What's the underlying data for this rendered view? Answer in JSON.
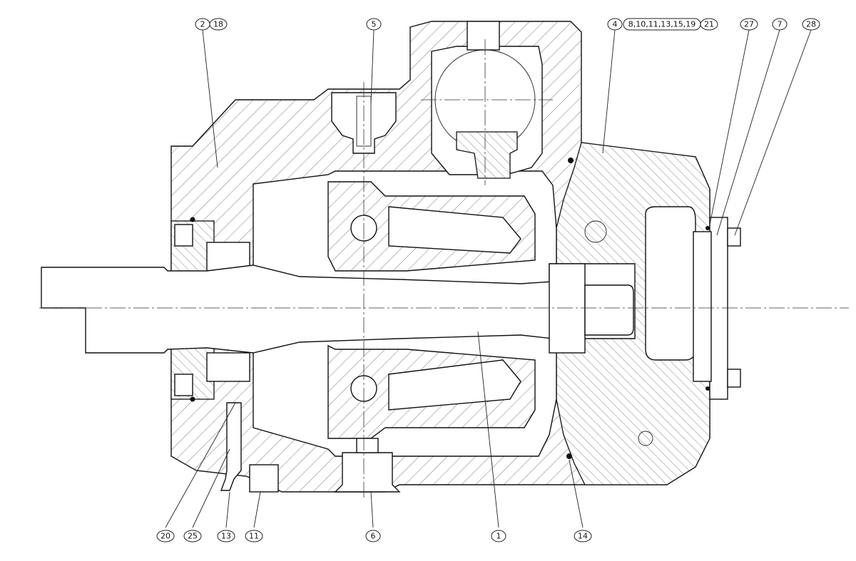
{
  "diagram": {
    "callouts_top": [
      {
        "id": "c-2",
        "text": "2"
      },
      {
        "id": "c-18",
        "text": "18"
      },
      {
        "id": "c-5",
        "text": "5"
      },
      {
        "id": "c-4",
        "text": "4"
      },
      {
        "id": "c-group",
        "text": "8,10,11,13,15,19"
      },
      {
        "id": "c-21",
        "text": "21"
      },
      {
        "id": "c-27",
        "text": "27"
      },
      {
        "id": "c-7",
        "text": "7"
      },
      {
        "id": "c-28",
        "text": "28"
      }
    ],
    "callouts_bottom": [
      {
        "id": "c-20",
        "text": "20"
      },
      {
        "id": "c-25",
        "text": "25"
      },
      {
        "id": "c-13",
        "text": "13"
      },
      {
        "id": "c-11",
        "text": "11"
      },
      {
        "id": "c-6",
        "text": "6"
      },
      {
        "id": "c-1",
        "text": "1"
      },
      {
        "id": "c-14",
        "text": "14"
      }
    ]
  }
}
